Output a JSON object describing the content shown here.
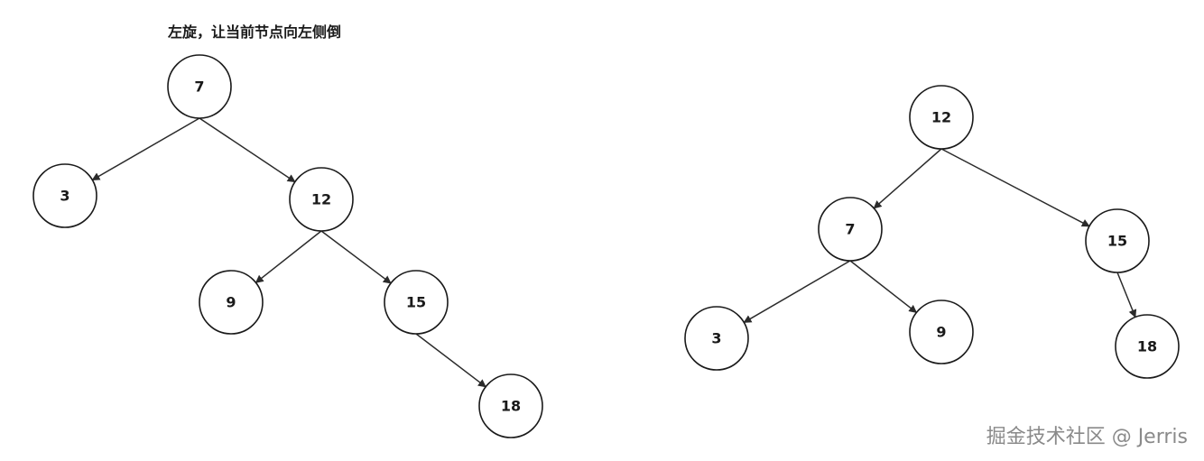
{
  "title": "左旋，让当前节点向左侧倒",
  "watermark": "掘金技术社区 @ Jerris",
  "trees": [
    {
      "id": "before",
      "nodes": [
        {
          "id": "n7",
          "label": "7"
        },
        {
          "id": "n3",
          "label": "3"
        },
        {
          "id": "n12",
          "label": "12"
        },
        {
          "id": "n9",
          "label": "9"
        },
        {
          "id": "n15",
          "label": "15"
        },
        {
          "id": "n18",
          "label": "18"
        }
      ],
      "edges": [
        {
          "from": "n7",
          "to": "n3"
        },
        {
          "from": "n7",
          "to": "n12"
        },
        {
          "from": "n12",
          "to": "n9"
        },
        {
          "from": "n12",
          "to": "n15"
        },
        {
          "from": "n15",
          "to": "n18"
        }
      ]
    },
    {
      "id": "after",
      "nodes": [
        {
          "id": "m12",
          "label": "12"
        },
        {
          "id": "m7",
          "label": "7"
        },
        {
          "id": "m15",
          "label": "15"
        },
        {
          "id": "m3",
          "label": "3"
        },
        {
          "id": "m9",
          "label": "9"
        },
        {
          "id": "m18",
          "label": "18"
        }
      ],
      "edges": [
        {
          "from": "m12",
          "to": "m7"
        },
        {
          "from": "m12",
          "to": "m15"
        },
        {
          "from": "m7",
          "to": "m3"
        },
        {
          "from": "m7",
          "to": "m9"
        },
        {
          "from": "m15",
          "to": "m18"
        }
      ]
    }
  ]
}
